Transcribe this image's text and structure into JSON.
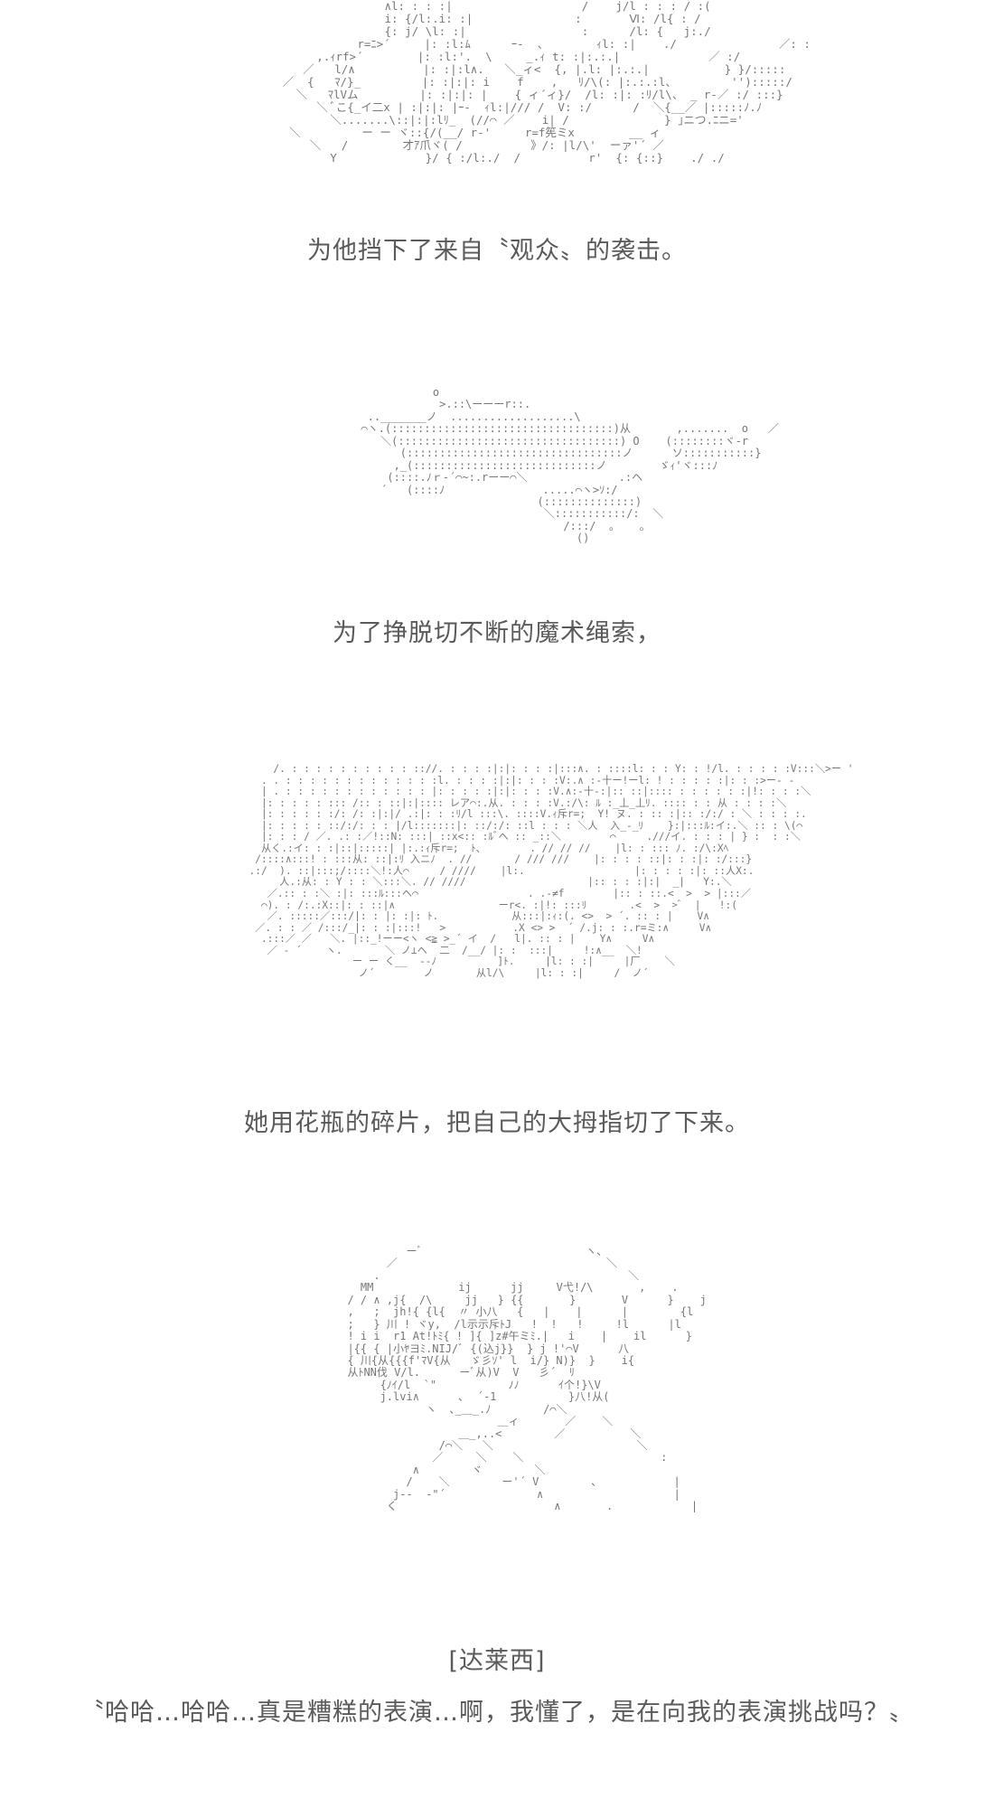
{
  "panels": [
    {
      "caption": "为他挡下了来自〝观众〟的袭击。",
      "art": "                  ∧l: : : :|                   /    j/l : : : / :(\n                  i: {/l:.i: :|               :       Ⅵ: /l{ : /\n                  {: j/ \\l: :|                 :      /l: {   j:./\n              r=ﾆ>´     |: :l:ﾑ      ｰ-  、       ｨl: :|    ./               ／: :\n        ,.ｨrf>´        |: :l:'.  \\     _.ｨ t: :|:.:.|             ／ :/\n      ／   l/∧          |: :|:l∧.   ＼_ィ<  {, |.l: |:.:.|           } }/:::::\n   ／  {   ﾏ/}_         |: :|:|: i    f    ,   ﾘ/\\(: |:.:.:l、        ''):::::/\n     ＼   ﾏlVム         |: :|:|: |    { ィ´ィ}/  /l: :|: :ﾘ/l\\、 _ r-／ :/ :::}\n        ＼ ﾞこ{_イ二x | :|:|: |ｰ-  ｨl:|/// /  V: :/      /  ＼{__／ |:::::ﾉ.ﾉ\n          ＼.......\\::|:|:lﾘ_  (//⌒ ／    i| /              } ｣ニつ.ﾆニ='\n    ＼         ー ー ヾ::{/(__/ r-'     r=f筅ミx        __ ィ\n       ＼   /        才ｱ爪ヾ( /          》/: |l/\\'  ーァ'´ ／\n          Y             }/ { :/l:./  /          r'  {: {::}    ./ ./"
    },
    {
      "caption": "为了挣脱切不断的魔术绳索，",
      "art": "             o\n              >.::\\ーーーr::.\n   .._______ノ  ...................\\\n  ⌒ヽ.(::::::::::::::::::::::::::::::::::)从       ,.......  o   ／\n     ＼(::::::::::::::::::::::::::::::::::) O    (::::::::ヾ-r\n        (:::::::::::::::::::::::::::::::::ノ      ソ:::::::::::}\n       ,_(::::::::::::::::::::::::::::ノ        ゞｨ'ヾ:::ﾉ\n      (::::.ﾉｒ-´⌒~:.rーー⌒＼              .:ヘ\n     ´   (::::ﾉ               .....⌒ヽ>ｿ:/\n                             (::::::::::::::)\n                              ＼:::::::::::/:  ＼\n                                 /:::/  。   。\n                                   ()"
    },
    {
      "caption": "她用花瓶的碎片，把自己的大拇指切了下来。",
      "art": "      /. : : : : : : : : : : :://. : : : :|:|: : : :|:::∧. : ::::l: : : Y: : !/l. : : : : :V:::＼>ー '\n    . . : : : : : : : : : : : : :l. : : : :|:|: : : :V:.∧ :-十ー!ーl: ! : : : : :|: : :>ー- -\n    | . : : : : : : : : : : : : |: : : : :|:|: : : :V.∧:-十-:|:: ::|:::: : : : : : :|!: : : :＼\n    |: : : : : ::: /:: : ::|:|:::: レア⌒:.从. : : : :V.:/\\: ﾙ :_丄_丄ﾘ. :::: : : 从 : : : :＼\n    |: : : : : :/: /: :|:|/ .:|: : :ﾘ/l :::\\. ::::V.ｨ斥r=;  Y! ヌ. : :: :|:: :/:/ : ＼ : : : :.\n    |: : : : : ::/:/: : : |/l:::::::|: ::/:/: ::l : : : ＼人  入_‐_ﾘ    }:|:::ﾙ:イ:.＼ :: : \\(⌒\n    |: : : / ／. .: :／!::N: :::| ::x<:: :ﾙﾞヘ :: _::＼        ⌒     .///イ. : : : | } :  : :＼\n    从く.:イ: : :|::|:::::| |:.:ｨ斥r=;  ﾄ､        . // // //    |l: : ::: ﾉ. :/\\:Xﾍ\n   /::::∧:::! : :::从: ::|:ﾘ 入ニﾉ  . //       / /// ///    |: : : : ::|: : :|: :/:::}\n  .:/  ). ::|:::;/::::＼!:人⌒     / ////    |l:.                  |: : : : :|: ::人X:.\n       人.:从: : Y : : ＼:::＼. // ////                    |:: : : :|:|  _|   Y:.＼\n     ／.:: : :＼ :|: :::ﾙ:::ヘ⌒                  . .-≠f        |:: : ::.<  >  > |:::／\n    ⌒). : /:.:X::|: : ::|∧                 ーr<. :|!: :::ﾘ       .<  >  >ﾞ  |   !:(\n     ／. :::::／:::/|: : |: :|: ﾄ.            从:::|:ｨ:(. <>  > ´. :: : |    V∧\n   ／. : : ／ /:::/_|: : :|:::!   >           .X <> >  ´ /.j: : :.r=ミ:∧     V∧\n    .:::／ ／   ＼. |::_!ーー<ヽ <≧ >_´ イ  /   l|. :: : |    Y∧     V∧\n     ／ ‐ ´    ヽ.       ＼ ノ⊥ヘ  二  /__/ |: :  :::|     !:∧__  ＼!\n                   ー ー く__  --ﾉ          ]ﾄ.     |l: : :|     |厂    ＼\n                    ノ´        ノ       从l/\\     |l: : :|     /  ノ´"
    },
    {
      "speaker": "[达莱西]",
      "dialogue": "〝哈哈…哈哈…真是糟糕的表演…啊，我懂了，是在向我的表演挑战吗？〟",
      "art": "           ーﾞ                         ヽ、\n        ／                                ＼\n      .                                      ＼\n    MM             ij      jj     V弋!/\\       ,    .\n  / / ∧ ,j{  /\\     jj   } {{       }       V      }    j\n  ,   ;  jh!{ {l{  〃 小八   {   |    |      |        {l\n  ;   } 川 ! ヾy,  /l示示斥ﾄJ   !  !   !     !l      |l\n  ! i i  r1 At!ﾄﾐ{ ! ]{ ]z#午ミﾐ.|   i    |    il      }\n  |{{ { |小ﾔヨﾐ.NIJ/ﾞ {(込j}}  } j !'⌒V      八\n  { 川{从{{{f'ﾏV{从   ゞ彡ｿ' l  i/} N)}  }    i{\n  从ﾄNN伐 V/l.      ーﾞ从)V  V   彡´  ﾘ\n       {ﾉｲ/l  `\"           ﾉﾉ      ｲ个!}\\V\n       j.lvi∧      ､  ´-1           }八!从(\n              ヽ  ､_＿_.ﾉ        /⌒＼\n                         ＿ィ       ／    ＼\n                   ＿_,..<        ／          ＼\n                /⌒＼   ＼                      ＼\n               ／     ＼    ＼                     :\n            ∧        ヾ        ＼\n           /    ＼        ー'´ V        、           |\n         j--  ‐\"´              ∧                    |\n        く                        ∧       .            |"
    }
  ]
}
